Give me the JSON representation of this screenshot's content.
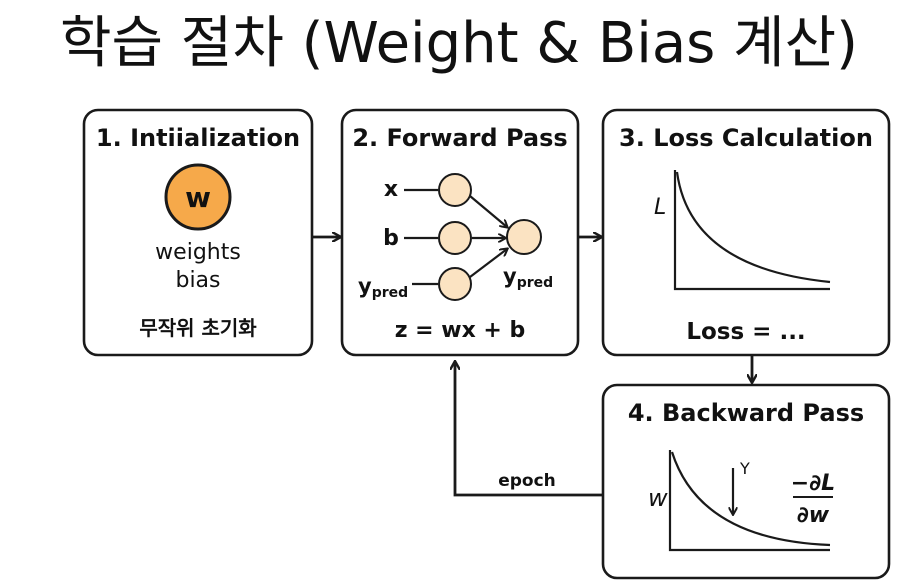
{
  "title": "학습 절차 (Weight & Bias 계산)",
  "colors": {
    "weight_node": "#f6a94a",
    "neuron": "#fbe3c2",
    "stroke": "#1a1a1a"
  },
  "steps": [
    {
      "heading": "1. Intiialization",
      "badge": "w",
      "lines": [
        "weights",
        "bias"
      ],
      "note": "무작위 초기화"
    },
    {
      "heading": "2. Forward Pass",
      "inputs": [
        "x",
        "b"
      ],
      "input_pred_base": "y",
      "input_pred_sub": "pred",
      "output_base": "y",
      "output_sub": "pred",
      "formula": "z = wx + b"
    },
    {
      "heading": "3. Loss Calculation",
      "axis_label": "L",
      "formula": "Loss = ..."
    },
    {
      "heading": "4. Backward Pass",
      "axis_label": "w",
      "marker": "Y",
      "grad_numerator": "−∂L",
      "grad_denominator": "∂w"
    }
  ],
  "loop_label": "epoch"
}
